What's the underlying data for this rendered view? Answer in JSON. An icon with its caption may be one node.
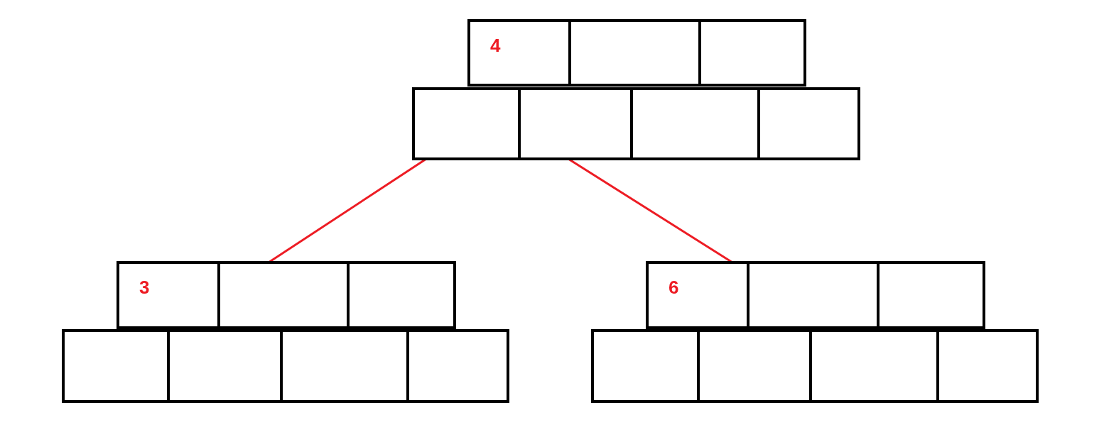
{
  "diagram": {
    "nodes": [
      {
        "text": [
          "4"
        ]
      },
      {
        "text": [],
        "shape": "box"
      },
      {
        "text": [],
        "shape": "box"
      },
      {
        "text": [],
        "shape": "box"
      },
      {
        "text": [],
        "shape": "box"
      },
      {
        "text": [],
        "shape": "box"
      },
      {
        "text": [],
        "shape": "box"
      },
      {
        "text": [
          "3"
        ]
      },
      {
        "text": [],
        "shape": "box"
      },
      {
        "text": [],
        "shape": "box"
      },
      {
        "text": [
          "6"
        ]
      },
      {
        "text": [],
        "shape": "box"
      },
      {
        "text": [],
        "shape": "box"
      },
      {
        "text": [],
        "shape": "box"
      },
      {
        "text": [],
        "shape": "box"
      },
      {
        "text": [],
        "shape": "box"
      },
      {
        "text": [],
        "shape": "box"
      },
      {
        "text": [],
        "shape": "box"
      },
      {
        "text": [],
        "shape": "box"
      },
      {
        "text": [],
        "shape": "box"
      },
      {
        "text": [],
        "shape": "box"
      }
    ],
    "edges": [
      {
        "from": 3,
        "to": 8,
        "arrow": "none"
      },
      {
        "from": 4,
        "to": 10,
        "arrow": "none"
      }
    ]
  }
}
